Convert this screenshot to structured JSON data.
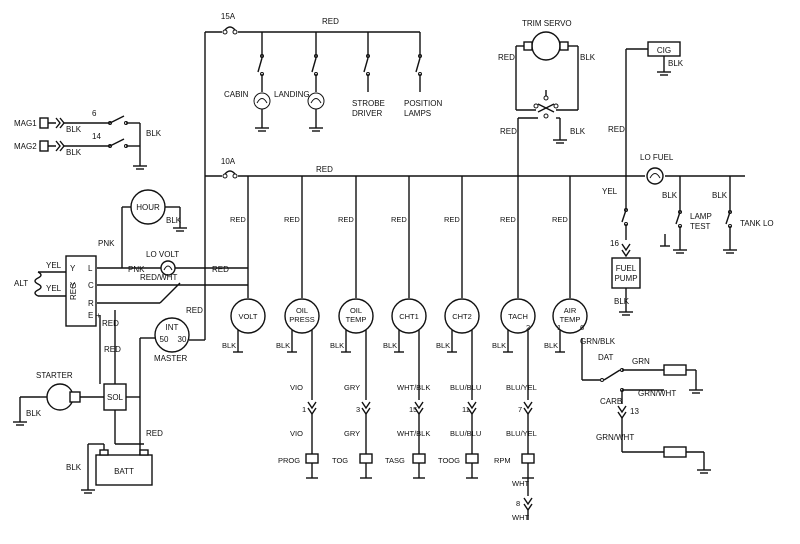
{
  "fuses": {
    "f15": "15A",
    "f10": "10A"
  },
  "wire_colors": {
    "red": "RED",
    "blk": "BLK",
    "yel": "YEL",
    "pnk": "PNK",
    "red_wht": "RED/WHT",
    "vio": "VIO",
    "gry": "GRY",
    "wht_blk": "WHT/BLK",
    "blu_blu": "BLU/BLU",
    "blu_yel": "BLU/YEL",
    "wht": "WHT",
    "grn_blk": "GRN/BLK",
    "grn": "GRN",
    "grn_wht": "GRN/WHT"
  },
  "components": {
    "mag1": "MAG1",
    "mag2": "MAG2",
    "mag1_pin": "6",
    "mag2_pin": "14",
    "cabin": "CABIN",
    "landing": "LANDING",
    "strobe": "STROBE",
    "driver": "DRIVER",
    "position": "POSITION",
    "lamps": "LAMPS",
    "trim_servo": "TRIM SERVO",
    "cig": "CIG",
    "hour": "HOUR",
    "lo_volt": "LO VOLT",
    "alt": "ALT",
    "reg": "REG",
    "reg_l": "L",
    "reg_c": "C",
    "reg_r": "R",
    "reg_e": "E",
    "reg_y1": "Y",
    "reg_y2": "Y",
    "reg_plus": "+",
    "int": "INT",
    "master": "MASTER",
    "t50": "50",
    "t30": "30",
    "starter": "STARTER",
    "sol": "SOL",
    "batt": "BATT",
    "lo_fuel": "LO FUEL",
    "lamp": "LAMP",
    "test": "TEST",
    "tank_lo": "TANK LO",
    "pin16": "16",
    "fuel": "FUEL",
    "pump": "PUMP",
    "dat": "DAT",
    "carb": "CARB",
    "pin13": "13"
  },
  "gauges": [
    {
      "label1": "VOLT",
      "label2": "",
      "in": "RED",
      "sig": "",
      "pin": "",
      "dest": ""
    },
    {
      "label1": "OIL",
      "label2": "PRESS",
      "in": "RED",
      "sig": "VIO",
      "pin": "1",
      "dest": "PROG"
    },
    {
      "label1": "OIL",
      "label2": "TEMP",
      "in": "RED",
      "sig": "GRY",
      "pin": "3",
      "dest": "TOG"
    },
    {
      "label1": "CHT1",
      "label2": "",
      "in": "RED",
      "sig": "WHT/BLK",
      "pin": "15",
      "dest": "TASG"
    },
    {
      "label1": "CHT2",
      "label2": "",
      "in": "RED",
      "sig": "BLU/BLU",
      "pin": "11",
      "dest": "TOOG"
    },
    {
      "label1": "TACH",
      "label2": "",
      "in": "RED",
      "sig": "BLU/YEL",
      "pin": "7",
      "dest": "RPM",
      "corner": "2"
    },
    {
      "label1": "AIR",
      "label2": "TEMP",
      "in": "RED",
      "sig": "",
      "pin": "",
      "dest": "",
      "corner_l": "1",
      "corner_r": "6"
    }
  ],
  "misc": {
    "wht_pin": "8",
    "wht_end": "WHT"
  }
}
